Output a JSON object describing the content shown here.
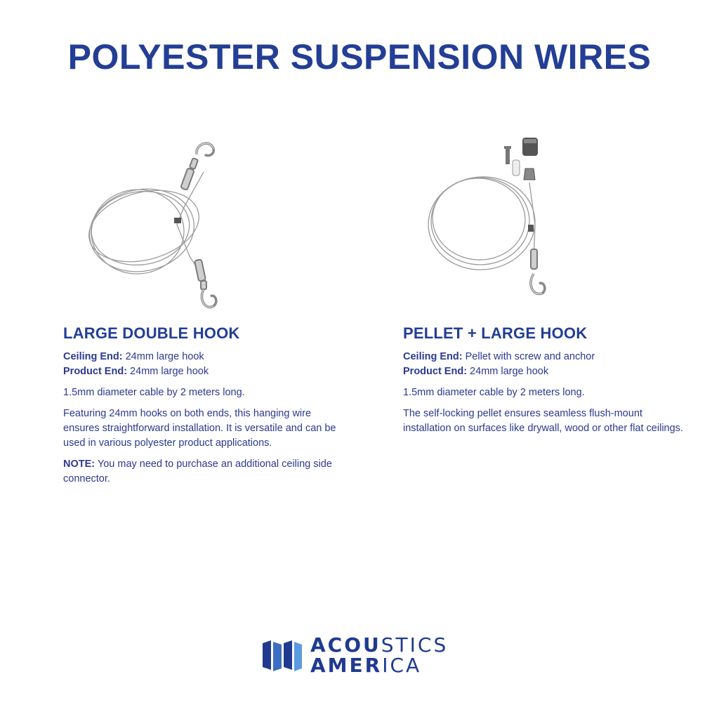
{
  "title": "POLYESTER SUSPENSION WIRES",
  "products": [
    {
      "name": "LARGE DOUBLE HOOK",
      "ceiling_end_label": "Ceiling End:",
      "ceiling_end_value": " 24mm large hook",
      "product_end_label": "Product End:",
      "product_end_value": " 24mm large hook",
      "cable_spec": "1.5mm diameter cable by 2 meters long.",
      "description": "Featuring 24mm hooks on both ends, this hanging wire ensures straightforward installation. It is versatile and can be used in various polyester product applications.",
      "note_label": "NOTE:",
      "note_text": " You may need to purchase an additional ceiling side connector.",
      "image_icon": "double-hook-wire-icon"
    },
    {
      "name": "PELLET + LARGE HOOK",
      "ceiling_end_label": "Ceiling End:",
      "ceiling_end_value": " Pellet with screw and anchor",
      "product_end_label": "Product End:",
      "product_end_value": " 24mm large hook",
      "cable_spec": "1.5mm diameter cable by 2 meters long.",
      "description": "The self-locking pellet ensures seamless flush-mount installation on surfaces like drywall, wood or other flat ceilings.",
      "image_icon": "pellet-hook-wire-icon"
    }
  ],
  "logo": {
    "line1_bold": "ACOU",
    "line1_light": "STICS",
    "line2_bold": "AMER",
    "line2_light": "ICA",
    "icon": "acoustics-america-logo-icon"
  },
  "colors": {
    "brand_blue": "#233e94",
    "text_blue": "#2b3990",
    "logo_light": "#4f8fd6"
  }
}
